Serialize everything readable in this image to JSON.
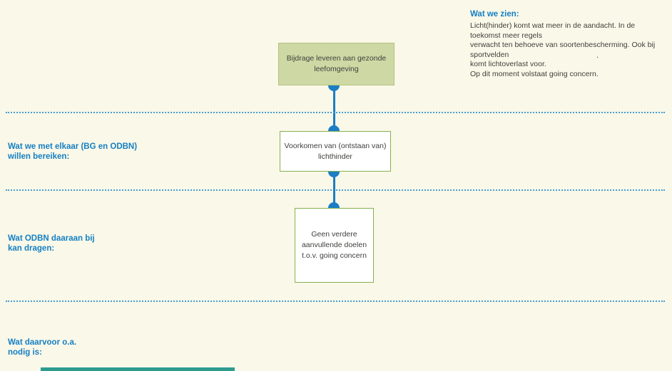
{
  "observations": {
    "title": "Wat we zien:",
    "body": "Licht(hinder) komt wat meer in de aandacht. In de toekomst meer regels\nverwacht ten behoeve van soortenbescherming. Ook bij sportvelden\nkomt lichtoverlast voor.\nOp dit moment volstaat going concern.",
    "stray_mark": "."
  },
  "left_labels": {
    "achieve": "Wat we met elkaar (BG en ODBN)\nwillen bereiken:",
    "contribute": "Wat ODBN daaraan bij\nkan dragen:",
    "needed": "Wat daarvoor o.a.\nnodig is:"
  },
  "flow": {
    "goal": "Bijdrage leveren aan gezonde\nleefomgeving",
    "objective": "Voorkomen van (ontstaan van)\nlichthinder",
    "contribution": "Geen verdere\naanvullende doelen\nt.o.v. going concern"
  },
  "colors": {
    "background_cream": "#faf8e8",
    "accent_blue": "#1580c4",
    "connector_blue": "#1b7ec5",
    "dotted_line_blue": "#459cd4",
    "goal_box_fill": "#cdd8a4",
    "goal_box_border": "#b3c282",
    "white_box_border": "#83b14e",
    "footer_bar_teal": "#2d9c8f",
    "body_text": "#3f3f3d"
  }
}
